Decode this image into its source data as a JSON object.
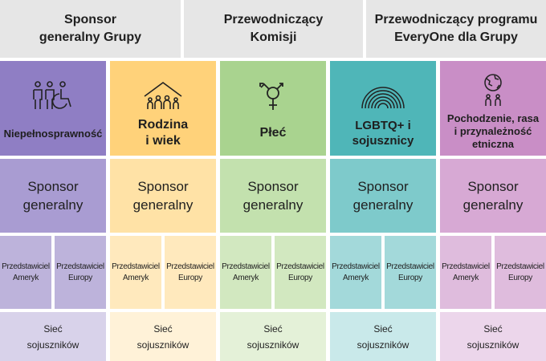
{
  "headers": [
    {
      "line1": "Sponsor",
      "line2": "generalny Grupy"
    },
    {
      "line1": "Przewodniczący",
      "line2": "Komisji"
    },
    {
      "line1": "Przewodniczący programu",
      "line2": "EveryOne dla Grupy"
    }
  ],
  "columns": [
    {
      "theme_line1": "Niepełnosprawność",
      "theme_line2": "",
      "icon": "people-accessibility-icon",
      "sponsor_line1": "Sponsor",
      "sponsor_line2": "generalny",
      "rep_left_line1": "Przedstawiciel",
      "rep_left_line2": "Ameryk",
      "rep_right_line1": "Przedstawiciel",
      "rep_right_line2": "Europy",
      "network_line1": "Sieć",
      "network_line2": "sojuszników"
    },
    {
      "theme_line1": "Rodzina",
      "theme_line2": "i wiek",
      "icon": "family-house-icon",
      "sponsor_line1": "Sponsor",
      "sponsor_line2": "generalny",
      "rep_left_line1": "Przedstawiciel",
      "rep_left_line2": "Ameryk",
      "rep_right_line1": "Przedstawiciel",
      "rep_right_line2": "Europy",
      "network_line1": "Sieć",
      "network_line2": "sojuszników"
    },
    {
      "theme_line1": "Płeć",
      "theme_line2": "",
      "icon": "gender-symbol-icon",
      "sponsor_line1": "Sponsor",
      "sponsor_line2": "generalny",
      "rep_left_line1": "Przedstawiciel",
      "rep_left_line2": "Ameryk",
      "rep_right_line1": "Przedstawiciel",
      "rep_right_line2": "Europy",
      "network_line1": "Sieć",
      "network_line2": "sojuszników"
    },
    {
      "theme_line1": "LGBTQ+ i",
      "theme_line2": "sojusznicy",
      "icon": "rainbow-icon",
      "sponsor_line1": "Sponsor",
      "sponsor_line2": "generalny",
      "rep_left_line1": "Przedstawiciel",
      "rep_left_line2": "Ameryk",
      "rep_right_line1": "Przedstawiciel",
      "rep_right_line2": "Europy",
      "network_line1": "Sieć",
      "network_line2": "sojuszników"
    },
    {
      "theme_line1": "Pochodzenie, rasa",
      "theme_line2": "i przynależność",
      "theme_line3": "etniczna",
      "icon": "globe-people-icon",
      "sponsor_line1": "Sponsor",
      "sponsor_line2": "generalny",
      "rep_left_line1": "Przedstawiciel",
      "rep_left_line2": "Ameryk",
      "rep_right_line1": "Przedstawiciel",
      "rep_right_line2": "Europy",
      "network_line1": "Sieć",
      "network_line2": "sojuszników"
    }
  ],
  "colors": {
    "header_bg": "#e6e6e6",
    "disability": [
      "#8f7ec4",
      "#a99cd2",
      "#bdb3db",
      "#d8d2ea"
    ],
    "family": [
      "#ffd27a",
      "#ffe2a6",
      "#ffe9bd",
      "#fff2d8"
    ],
    "gender": [
      "#a9d38f",
      "#c3e1ae",
      "#d2e8c0",
      "#e4f1d8"
    ],
    "lgbtq": [
      "#4fb6b8",
      "#7ecacb",
      "#a3d9da",
      "#c9e9ea"
    ],
    "ethnicity": [
      "#c98ec6",
      "#d7a9d4",
      "#dfbcdd",
      "#ecd6eb"
    ]
  }
}
